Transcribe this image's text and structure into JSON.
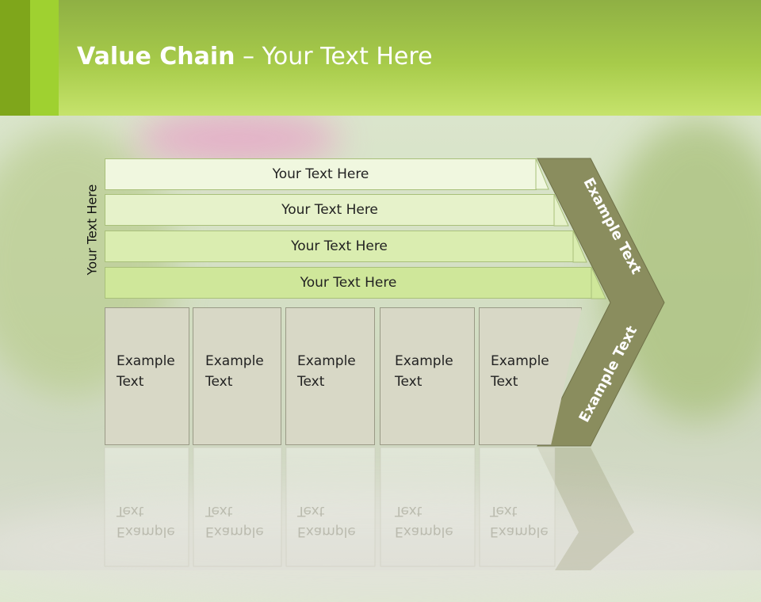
{
  "title": {
    "bold": "Value Chain",
    "rest": " – Your Text Here"
  },
  "vertical_label": "Your Text Here",
  "bars": [
    {
      "label": "Your Text Here"
    },
    {
      "label": "Your Text Here"
    },
    {
      "label": "Your Text Here"
    },
    {
      "label": "Your Text Here"
    }
  ],
  "boxes": [
    {
      "line1": "Example",
      "line2": "Text"
    },
    {
      "line1": "Example",
      "line2": "Text"
    },
    {
      "line1": "Example",
      "line2": "Text"
    },
    {
      "line1": "Example",
      "line2": "Text"
    },
    {
      "line1": "Example",
      "line2": "Text"
    }
  ],
  "chevron": {
    "upper_label": "Example Text",
    "lower_label": "Example Text"
  },
  "colors": {
    "header_green": "#a7cb4a",
    "accent_dark": "#7fa61b",
    "accent_bright": "#9fd130",
    "chevron": "#8a8d5e",
    "box_fill": "#d8d8c6"
  }
}
